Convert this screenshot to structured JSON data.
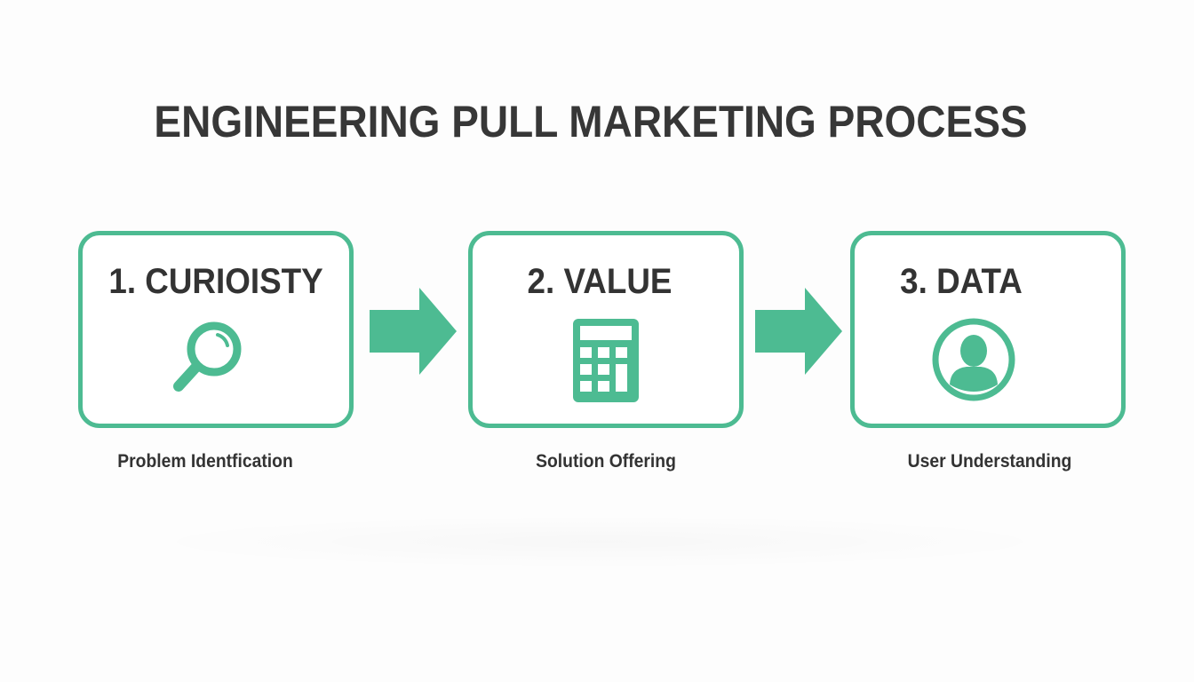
{
  "title": "ENGINEERING PULL MARKETING PROCESS",
  "colors": {
    "accent": "#4dbb92",
    "text": "#333333",
    "background": "#fdfdfd"
  },
  "steps": [
    {
      "label": "1. CURIOISTY",
      "icon": "magnifying-glass-icon",
      "caption": "Problem Identfication"
    },
    {
      "label": "2. VALUE",
      "icon": "calculator-icon",
      "caption": "Solution Offering"
    },
    {
      "label": "3. DATA",
      "icon": "user-profile-icon",
      "caption": "User Understanding"
    }
  ],
  "connectors": [
    {
      "icon": "arrow-right-icon"
    },
    {
      "icon": "arrow-right-icon"
    }
  ]
}
